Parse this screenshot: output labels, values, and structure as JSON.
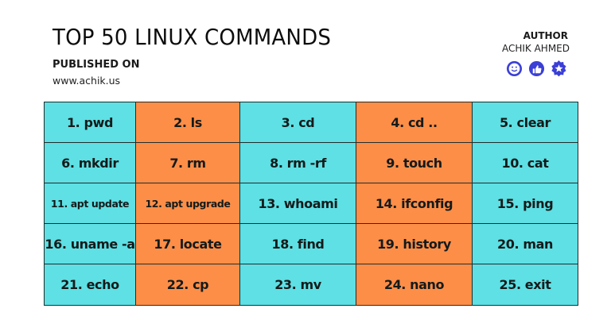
{
  "header": {
    "title": "TOP 50 LINUX COMMANDS",
    "published_label": "PUBLISHED ON",
    "published_url": "www.achik.us",
    "author_label": "AUTHOR",
    "author_name": "ACHIK AHMED",
    "icons": [
      "smiley-face-icon",
      "thumbs-up-icon",
      "star-badge-icon"
    ],
    "icon_color": "#3b3fd6"
  },
  "colors": {
    "cyan": "#5ee0e4",
    "orange": "#fc8e48",
    "border": "#222c2c"
  },
  "commands": [
    {
      "label": "1. pwd",
      "color": "cyan"
    },
    {
      "label": "2. ls",
      "color": "orange"
    },
    {
      "label": "3. cd",
      "color": "cyan"
    },
    {
      "label": "4. cd ..",
      "color": "orange"
    },
    {
      "label": "5. clear",
      "color": "cyan"
    },
    {
      "label": "6. mkdir",
      "color": "cyan"
    },
    {
      "label": "7. rm",
      "color": "orange"
    },
    {
      "label": "8. rm -rf",
      "color": "cyan"
    },
    {
      "label": "9. touch",
      "color": "orange"
    },
    {
      "label": "10. cat",
      "color": "cyan"
    },
    {
      "label": "11. apt update",
      "color": "cyan"
    },
    {
      "label": "12. apt upgrade",
      "color": "orange"
    },
    {
      "label": "13. whoami",
      "color": "cyan"
    },
    {
      "label": "14. ifconfig",
      "color": "orange"
    },
    {
      "label": "15. ping",
      "color": "cyan"
    },
    {
      "label": "16. uname -a",
      "color": "cyan"
    },
    {
      "label": "17. locate",
      "color": "orange"
    },
    {
      "label": "18. find",
      "color": "cyan"
    },
    {
      "label": "19. history",
      "color": "orange"
    },
    {
      "label": "20. man",
      "color": "cyan"
    },
    {
      "label": "21. echo",
      "color": "cyan"
    },
    {
      "label": "22. cp",
      "color": "orange"
    },
    {
      "label": "23. mv",
      "color": "cyan"
    },
    {
      "label": "24. nano",
      "color": "orange"
    },
    {
      "label": "25. exit",
      "color": "cyan"
    }
  ]
}
